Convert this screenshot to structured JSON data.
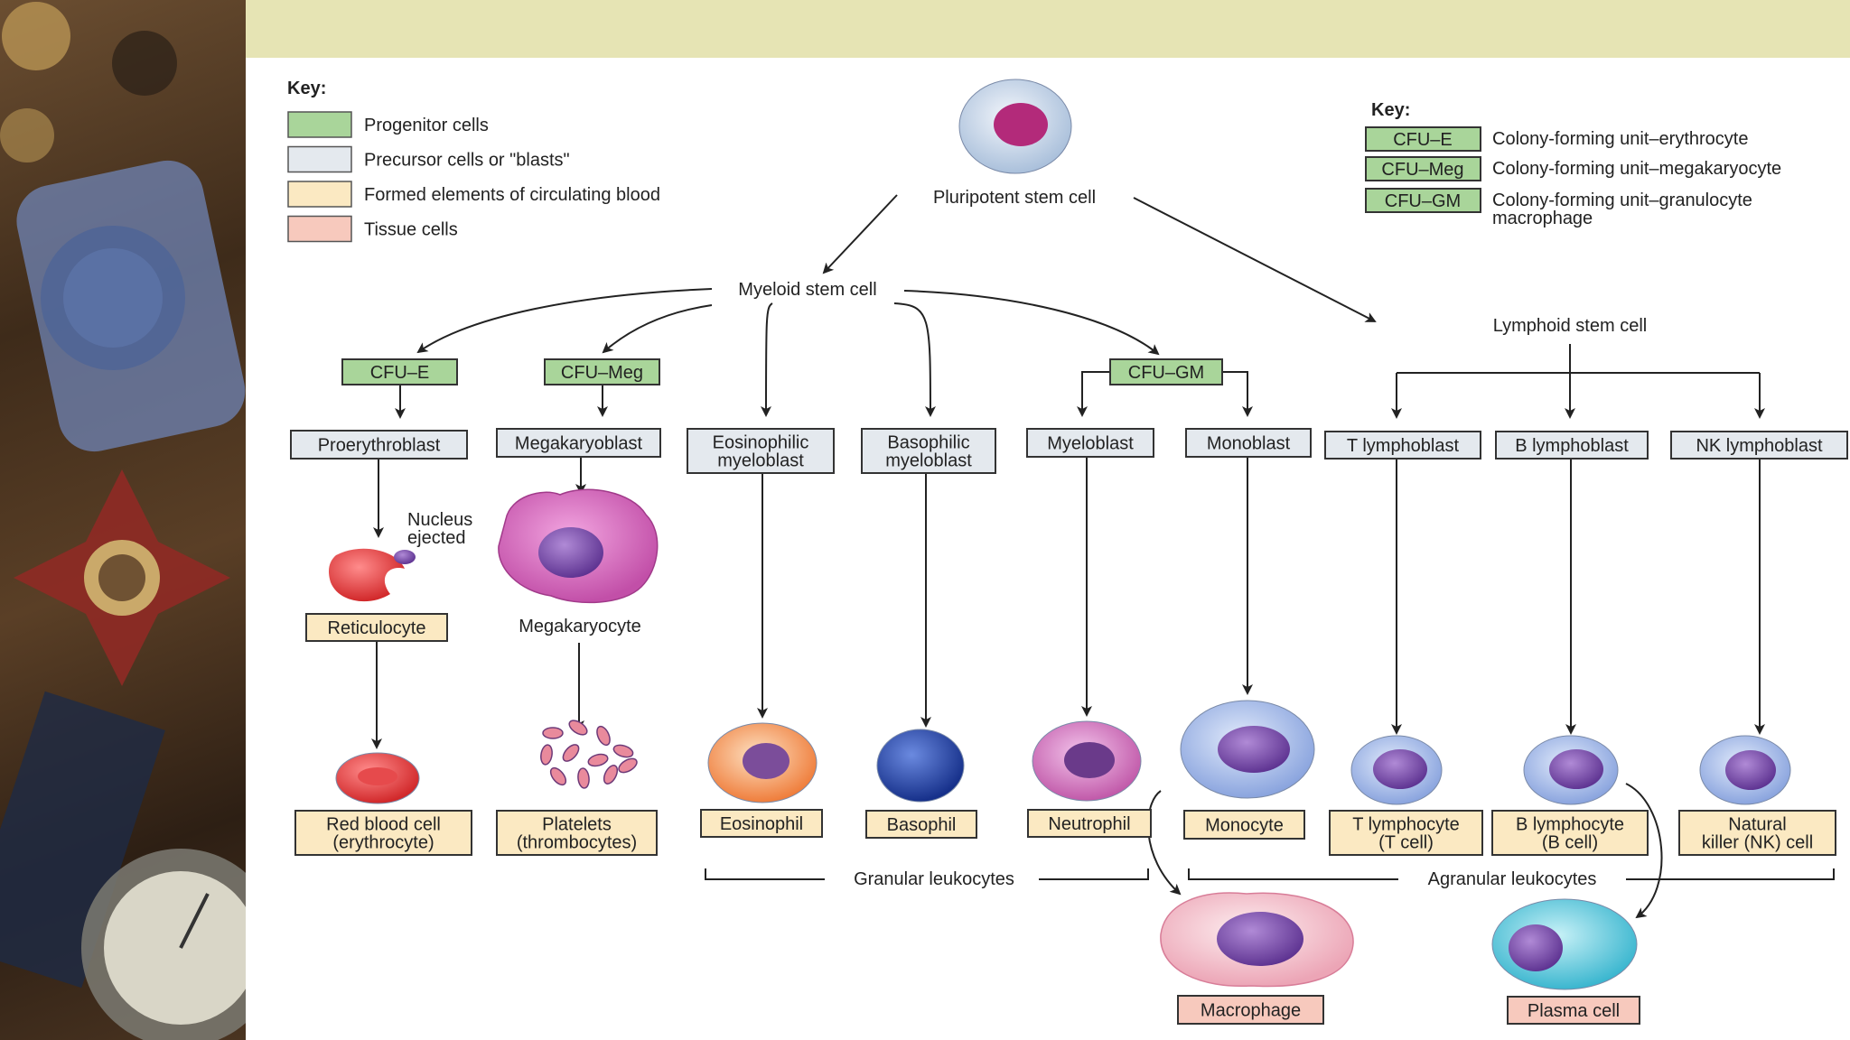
{
  "colors": {
    "progenitor": "#a9d59a",
    "precursor": "#e4e9ee",
    "formed": "#fbe9c2",
    "tissue": "#f7c9bd",
    "band": "#e6e4b4",
    "line": "#222222"
  },
  "key_left": {
    "title": "Key:",
    "items": [
      {
        "label": "Progenitor cells",
        "color": "#a9d59a"
      },
      {
        "label": "Precursor cells or \"blasts\"",
        "color": "#e4e9ee"
      },
      {
        "label": "Formed elements of circulating blood",
        "color": "#fbe9c2"
      },
      {
        "label": "Tissue cells",
        "color": "#f7c9bd"
      }
    ]
  },
  "key_right": {
    "title": "Key:",
    "items": [
      {
        "abbr": "CFU–E",
        "def": [
          "Colony-forming unit–erythrocyte"
        ]
      },
      {
        "abbr": "CFU–Meg",
        "def": [
          "Colony-forming unit–megakaryocyte"
        ]
      },
      {
        "abbr": "CFU–GM",
        "def": [
          "Colony-forming unit–granulocyte",
          "macrophage"
        ]
      }
    ]
  },
  "labels": {
    "pluripotent": "Pluripotent stem cell",
    "myeloid": "Myeloid stem cell",
    "lymphoid": "Lymphoid stem cell",
    "nucleus_ejected": [
      "Nucleus",
      "ejected"
    ],
    "megakaryocyte": "Megakaryocyte",
    "granular": "Granular leukocytes",
    "agranular": "Agranular leukocytes"
  },
  "nodes": {
    "cfu_e": [
      "CFU–E"
    ],
    "cfu_meg": [
      "CFU–Meg"
    ],
    "cfu_gm": [
      "CFU–GM"
    ],
    "proerythroblast": [
      "Proerythroblast"
    ],
    "megakaryoblast": [
      "Megakaryoblast"
    ],
    "eos_myeloblast": [
      "Eosinophilic",
      "myeloblast"
    ],
    "baso_myeloblast": [
      "Basophilic",
      "myeloblast"
    ],
    "myeloblast": [
      "Myeloblast"
    ],
    "monoblast": [
      "Monoblast"
    ],
    "t_lymphoblast": [
      "T lymphoblast"
    ],
    "b_lymphoblast": [
      "B lymphoblast"
    ],
    "nk_lymphoblast": [
      "NK lymphoblast"
    ],
    "reticulocyte": [
      "Reticulocyte"
    ],
    "rbc": [
      "Red blood cell",
      "(erythrocyte)"
    ],
    "platelets": [
      "Platelets",
      "(thrombocytes)"
    ],
    "eosinophil": [
      "Eosinophil"
    ],
    "basophil": [
      "Basophil"
    ],
    "neutrophil": [
      "Neutrophil"
    ],
    "monocyte": [
      "Monocyte"
    ],
    "t_lymphocyte": [
      "T lymphocyte",
      "(T cell)"
    ],
    "b_lymphocyte": [
      "B lymphocyte",
      "(B cell)"
    ],
    "nk_cell": [
      "Natural",
      "killer (NK) cell"
    ],
    "macrophage": [
      "Macrophage"
    ],
    "plasma_cell": [
      "Plasma cell"
    ]
  }
}
